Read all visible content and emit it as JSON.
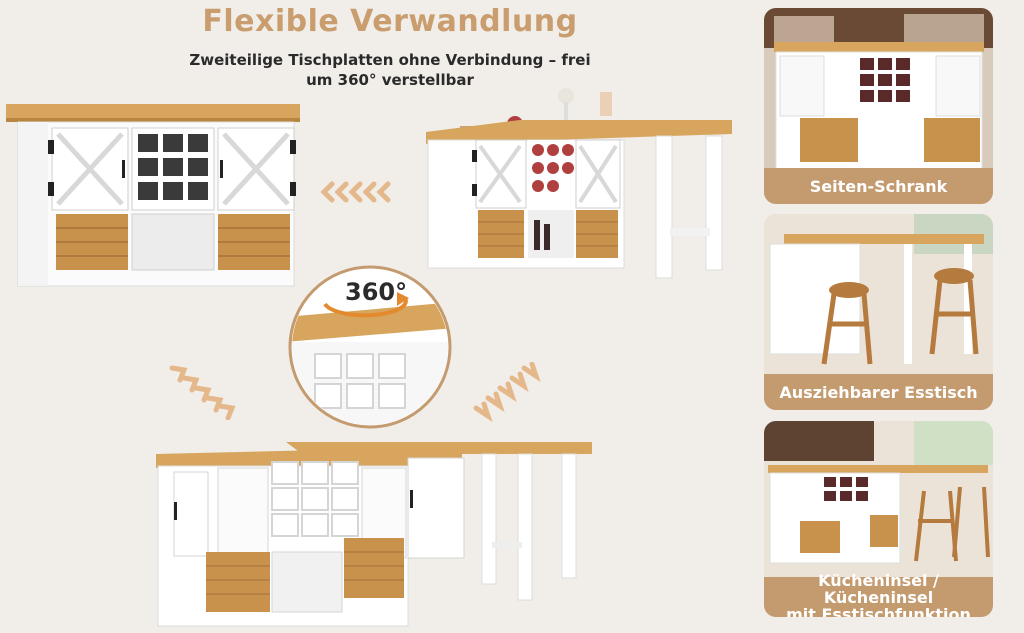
{
  "heading": {
    "title": "Flexible Verwandlung",
    "subtitle_line1": "Zweiteilige Tischplatten ohne Verbindung – frei",
    "subtitle_line2": "um 360° verstellbar"
  },
  "rotation_badge": "360°",
  "panels": [
    {
      "caption": "Seiten-Schrank"
    },
    {
      "caption": "Ausziehbarer Esstisch"
    },
    {
      "caption_line1": "Kücheninsel / Kücheninsel",
      "caption_line2": "mit Esstischfunktion"
    }
  ],
  "colors": {
    "background": "#f1ede8",
    "accent": "#c49a6f",
    "title": "#c99d6e",
    "wood": "#d7a55e",
    "cabinet": "#ffffff"
  }
}
